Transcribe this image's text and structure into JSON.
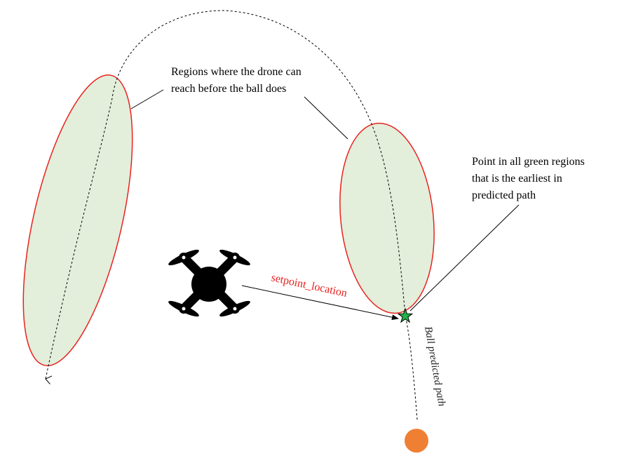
{
  "labels": {
    "regions_line1": "Regions where the drone can",
    "regions_line2": "reach before the ball does",
    "point_line1": "Point in all green regions",
    "point_line2": "that is the earliest in",
    "point_line3": "predicted path",
    "setpoint": "setpoint_location",
    "ball_path": "Ball predicted path"
  },
  "colors": {
    "region_fill": "#e3eedb",
    "region_stroke": "#e8231f",
    "star_fill": "#22b14c",
    "ball": "#ef7f33",
    "setpoint_text": "#e8231f",
    "drone": "#000000"
  },
  "icons": {
    "drone": "quadcopter-icon",
    "target": "star-icon",
    "ball": "ball-icon"
  }
}
